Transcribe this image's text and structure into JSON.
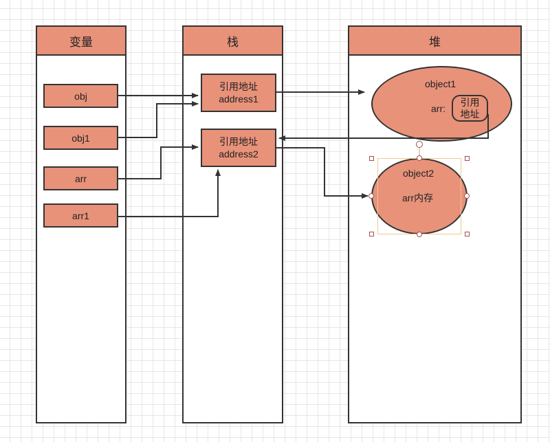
{
  "lanes": {
    "variables": {
      "title": "变量"
    },
    "stack": {
      "title": "栈"
    },
    "heap": {
      "title": "堆"
    }
  },
  "variables": [
    "obj",
    "obj1",
    "arr",
    "arr1"
  ],
  "stack": {
    "ref1": {
      "line1": "引用地址",
      "line2": "address1"
    },
    "ref2": {
      "line1": "引用地址",
      "line2": "address2"
    }
  },
  "heap": {
    "object1": {
      "name": "object1",
      "field": "arr:",
      "ref_line1": "引用",
      "ref_line2": "地址"
    },
    "object2": {
      "name": "object2",
      "content": "arr内存"
    }
  },
  "colors": {
    "fill": "#e8927a",
    "stroke": "#333333",
    "grid": "#e6e6e6"
  }
}
